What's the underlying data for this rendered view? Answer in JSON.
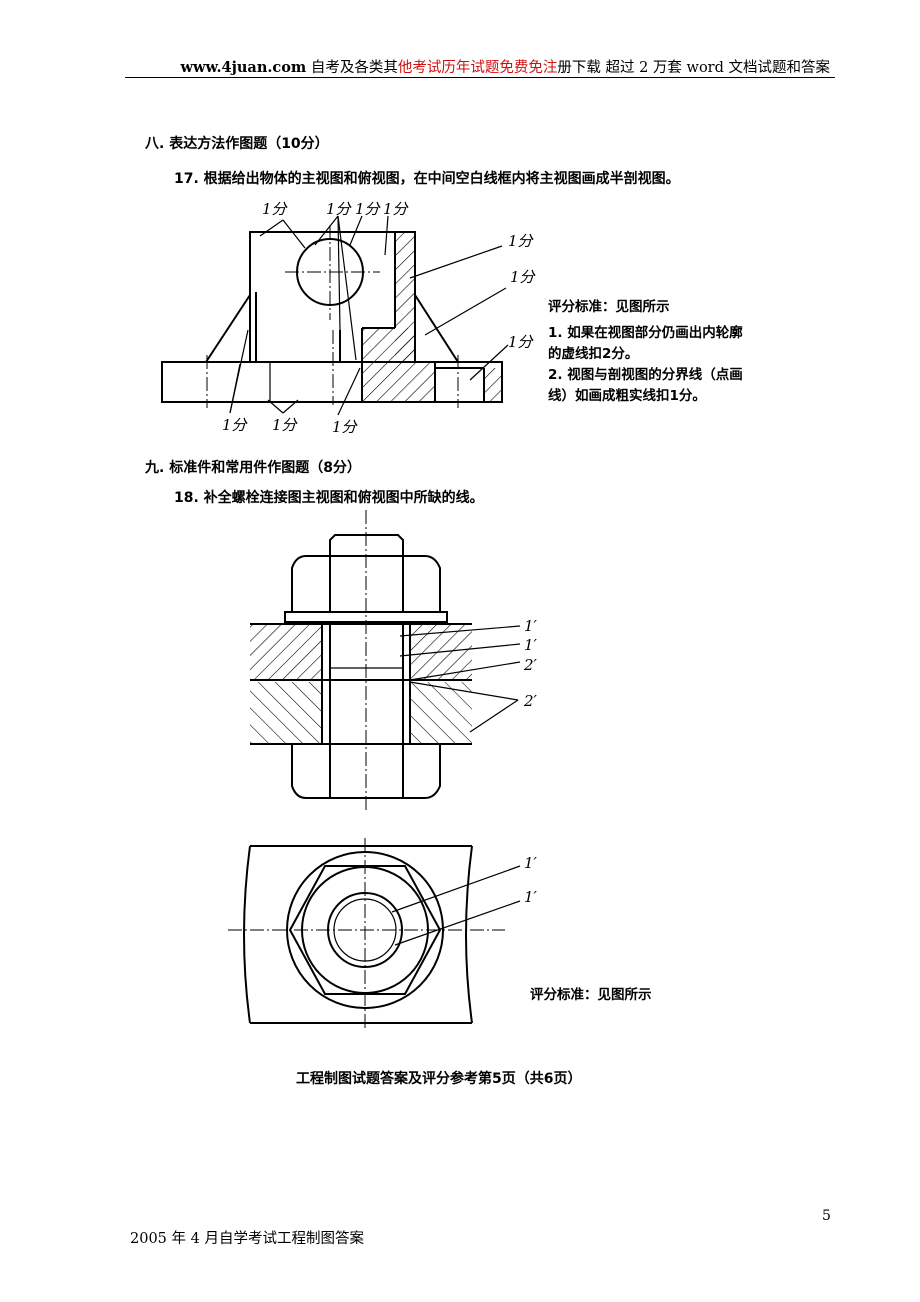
{
  "header": {
    "site": "www.4juan.com",
    "text_before_red": " 自考及各类其",
    "text_red": "他考试历年试题免费免注",
    "text_after_red": "册下载  超过 2 万套 word 文档试题和答案"
  },
  "section8": {
    "title": "八. 表达方法作图题（10分）",
    "question": "17. 根据给出物体的主视图和俯视图，在中间空白线框内将主视图画成半剖视图。",
    "score_labels": [
      "1分",
      "1分",
      "1分",
      "1分",
      "1分",
      "1分",
      "1分",
      "1分",
      "1分",
      "1分"
    ],
    "criteria": {
      "title": "评分标准：见图所示",
      "lines": [
        "1. 如果在视图部分仍画出内轮廓",
        "的虚线扣2分。",
        "2. 视图与剖视图的分界线（点画",
        "线）如画成粗实线扣1分。"
      ]
    }
  },
  "section9": {
    "title": "九. 标准件和常用件作图题（8分）",
    "question": "18. 补全螺栓连接图主视图和俯视图中所缺的线。",
    "front_labels": [
      "1′",
      "1′",
      "2′",
      "2′"
    ],
    "top_labels": [
      "1′",
      "1′"
    ],
    "criteria": "评分标准：见图所示"
  },
  "footer": {
    "center": "工程制图试题答案及评分参考第5页（共6页）",
    "page_number": "5",
    "bottom_left": "2005 年 4 月自学考试工程制图答案"
  }
}
